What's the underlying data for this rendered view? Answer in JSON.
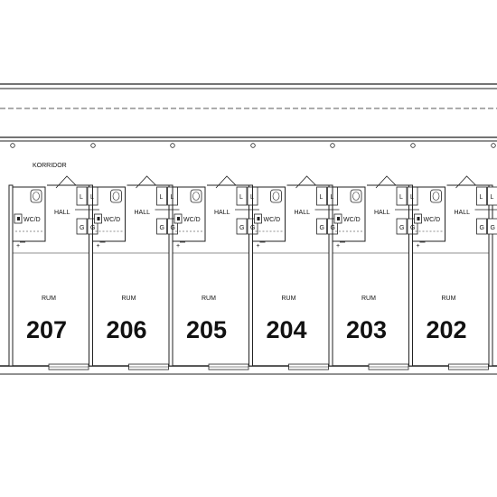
{
  "corridor_label": "KORRIDOR",
  "rooms": [
    {
      "number": "207",
      "room_label": "RUM",
      "hall_label": "HALL",
      "wc_label": "WC/D",
      "fixtures": [
        "L",
        "G"
      ]
    },
    {
      "number": "206",
      "room_label": "RUM",
      "hall_label": "HALL",
      "wc_label": "WC/D",
      "fixtures": [
        "L",
        "G"
      ]
    },
    {
      "number": "205",
      "room_label": "RUM",
      "hall_label": "HALL",
      "wc_label": "WC/D",
      "fixtures": [
        "L",
        "G"
      ]
    },
    {
      "number": "204",
      "room_label": "RUM",
      "hall_label": "HALL",
      "wc_label": "WC/D",
      "fixtures": [
        "L",
        "G"
      ]
    },
    {
      "number": "203",
      "room_label": "RUM",
      "hall_label": "HALL",
      "wc_label": "WC/D",
      "fixtures": [
        "L",
        "G"
      ]
    },
    {
      "number": "202",
      "room_label": "RUM",
      "hall_label": "HALL",
      "wc_label": "WC/D",
      "fixtures": [
        "L",
        "G"
      ]
    }
  ]
}
